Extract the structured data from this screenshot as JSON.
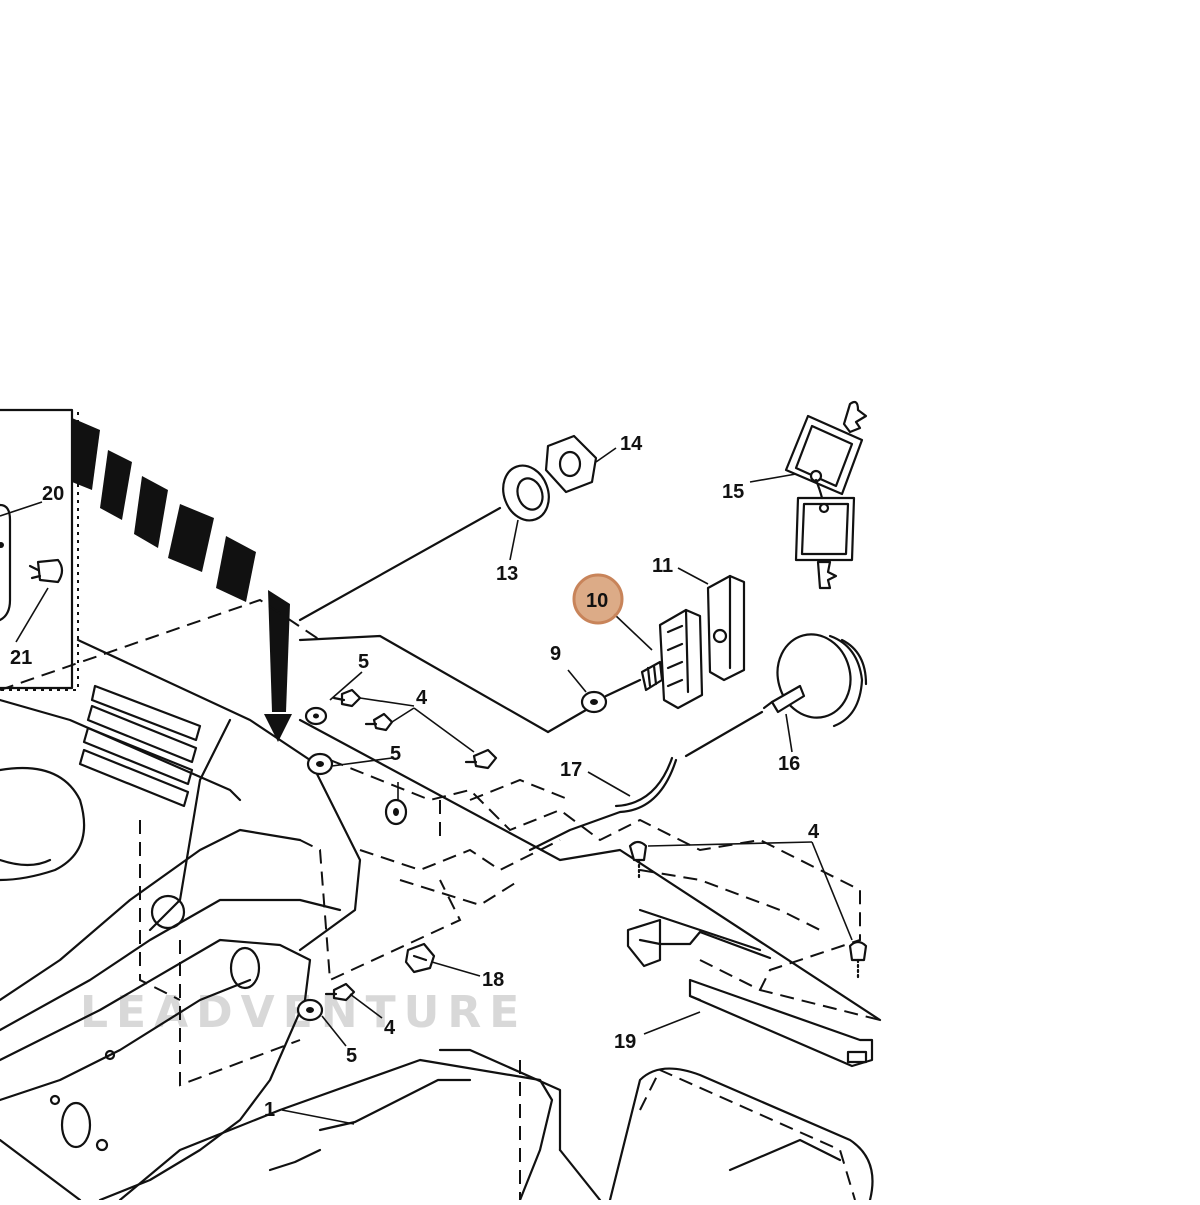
{
  "diagram": {
    "highlight_color": "#d8a27a",
    "highlight_stroke": "#c8845a",
    "highlighted_callout": "10",
    "callouts": {
      "c1": "1",
      "c4a": "4",
      "c4b": "4",
      "c4c": "4",
      "c5a": "5",
      "c5b": "5",
      "c5c": "5",
      "c9": "9",
      "c10": "10",
      "c11": "11",
      "c13": "13",
      "c14": "14",
      "c15": "15",
      "c16": "16",
      "c17": "17",
      "c18": "18",
      "c19": "19",
      "c20": "20",
      "c21": "21"
    }
  },
  "watermark": "LEADVENTURE"
}
